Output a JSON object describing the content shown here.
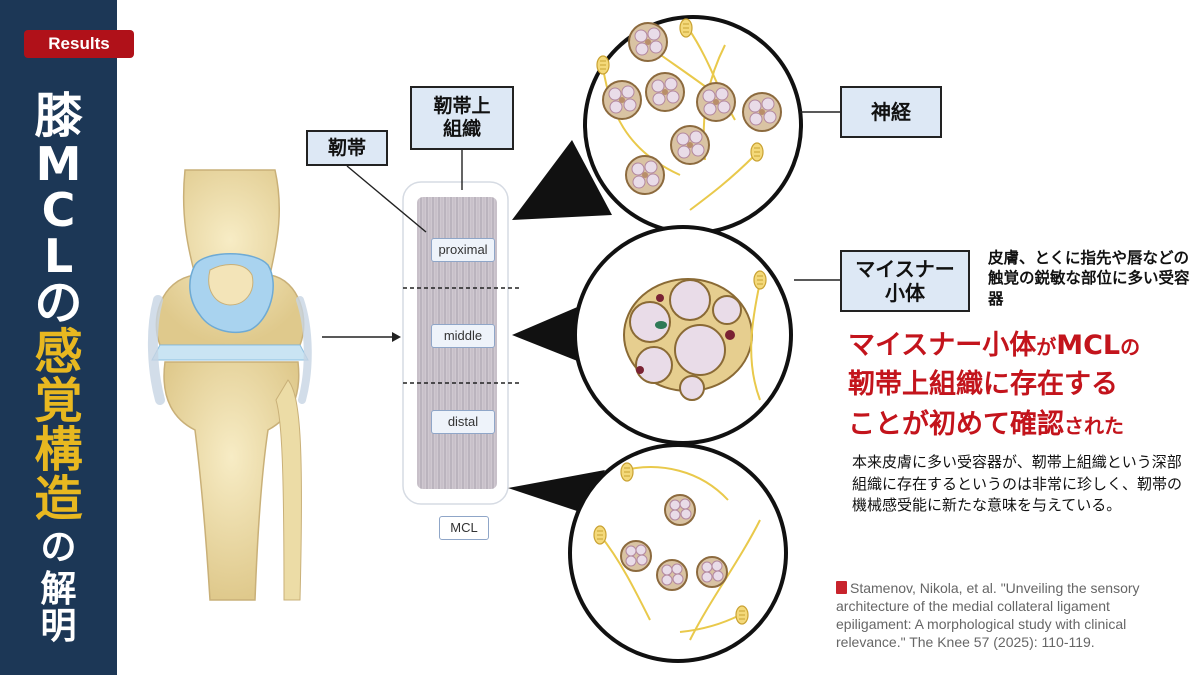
{
  "badge": "Results",
  "title": {
    "line1": "膝",
    "line2": "MCL",
    "line3": "の",
    "line4": "感覚構造",
    "line5": "の",
    "line6": "解明"
  },
  "labels": {
    "ligament": "靭帯",
    "epiligament": "靭帯上組織",
    "nerve": "神経",
    "meissner": "マイスナー小体"
  },
  "mcl_regions": [
    "proximal",
    "middle",
    "distal"
  ],
  "mcl_label": "MCL",
  "receptor_note": "皮膚、とくに指先や唇などの触覚の鋭敏な部位に多い受容器",
  "headline": {
    "a": "マイスナー小体",
    "b": "が",
    "c": "MCL",
    "d": "の",
    "e": "靭帯上組織に存在する",
    "f": "ことが初めて確認",
    "g": "された"
  },
  "body": "本来皮膚に多い受容器が、靭帯上組織という深部組織に存在するというのは非常に珍しく、靭帯の機械感受能に新たな意味を与えている。",
  "citation": "Stamenov, Nikola, et al. \"Unveiling the sensory architecture of the medial collateral ligament epiligament: A morphological study with clinical relevance.\" The Knee 57 (2025): 110-119.",
  "colors": {
    "sidebar": "#1c3756",
    "badge": "#b01119",
    "accent_gold": "#e8b820",
    "headline_red": "#c3141c",
    "label_fill": "#dde8f5"
  }
}
